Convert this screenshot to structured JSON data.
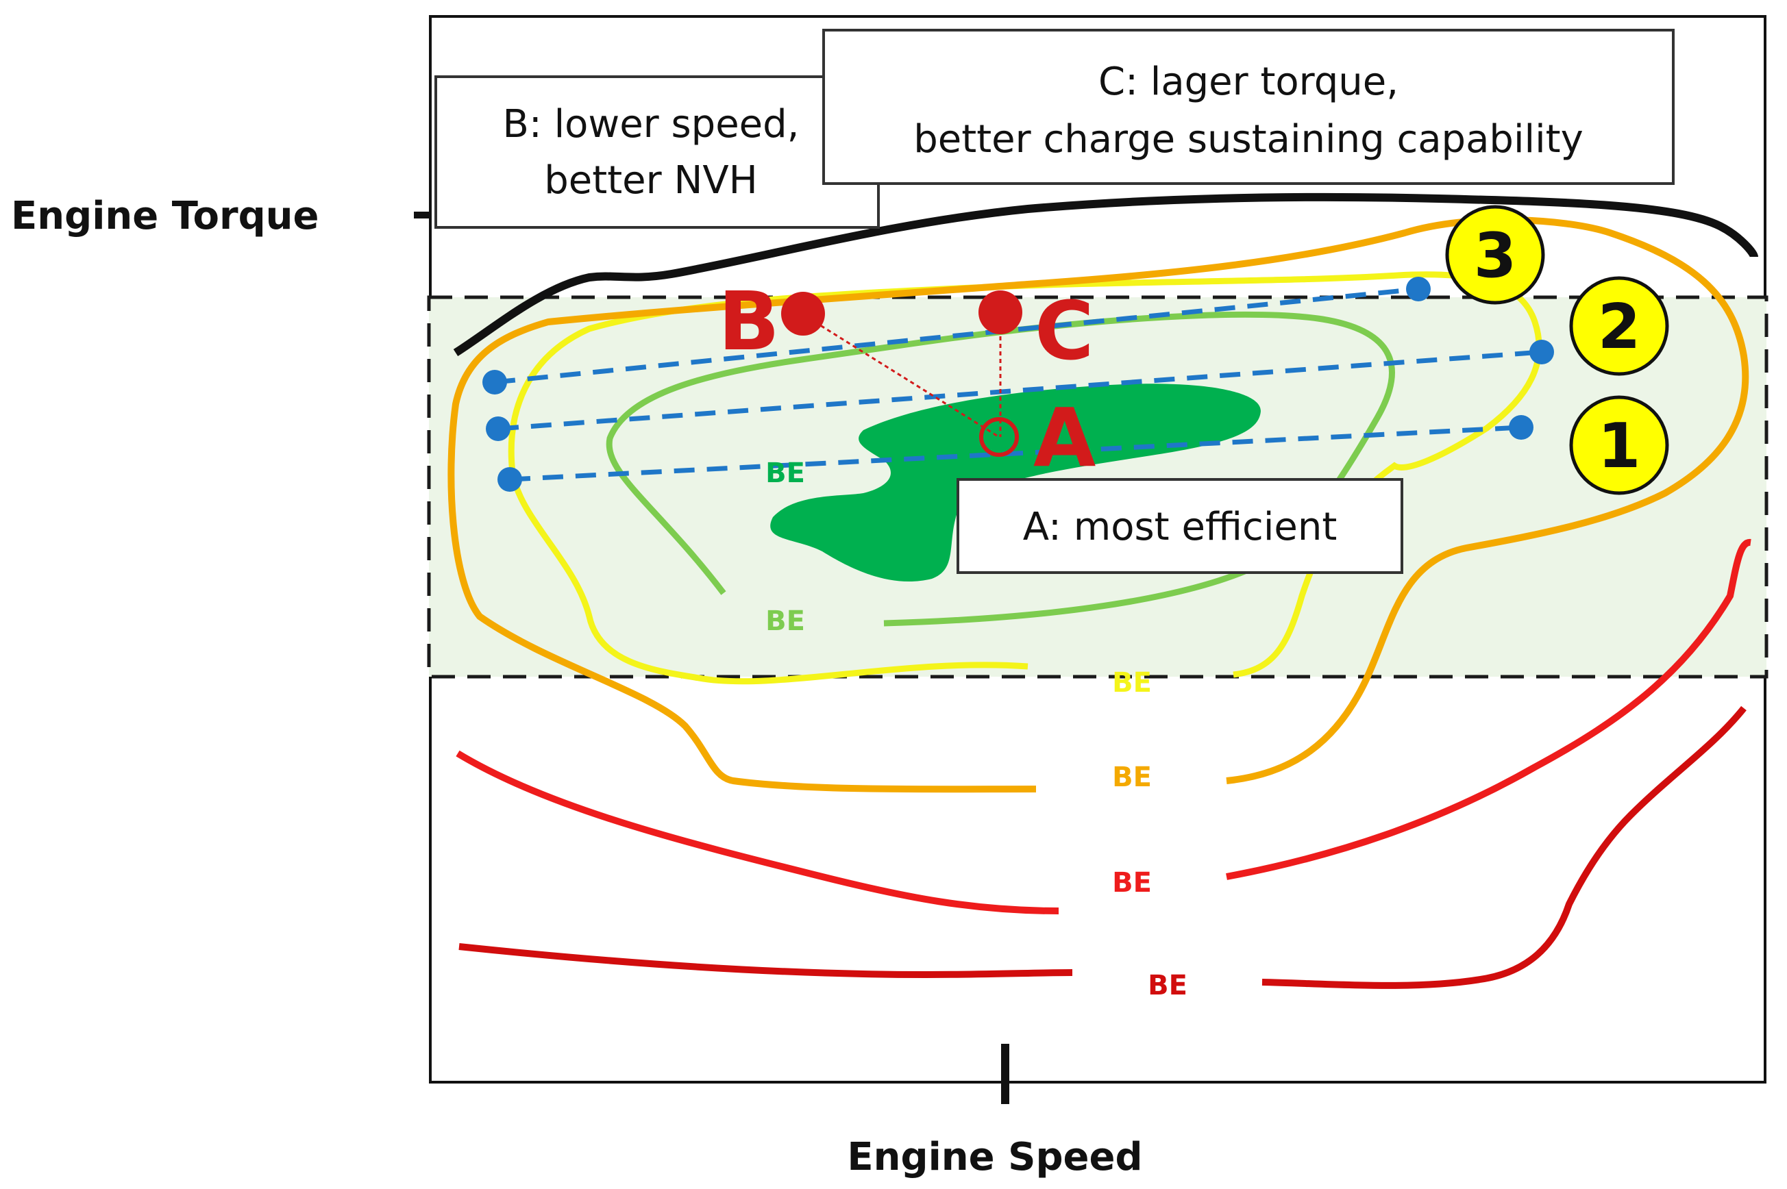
{
  "axes": {
    "y_label": "Engine Torque",
    "x_label": "Engine Speed"
  },
  "annotations": {
    "b_line1": "B: lower speed,",
    "b_line2": "better NVH",
    "c_line1": "C: lager torque,",
    "c_line2": "better charge sustaining capability",
    "a_text": "A: most efficient"
  },
  "points": {
    "a": "A",
    "b": "B",
    "c": "C"
  },
  "operating_lines": {
    "line_1": "1",
    "line_2": "2",
    "line_3": "3"
  },
  "contour_labels": {
    "be_1": "BE",
    "be_2": "BE",
    "be_3": "BE",
    "be_4": "BE",
    "be_5": "BE",
    "be_6": "BE"
  },
  "colors": {
    "max_torque": "#111111",
    "sweet_spot": "#00b04f",
    "contour_light_green": "#7dcc4f",
    "contour_yellow": "#f4f41a",
    "contour_orange": "#f4a900",
    "contour_red": "#ee1c1c",
    "contour_dark_red": "#d10d0d",
    "operating_line": "#1f77c8",
    "point_marker": "#d21b1b",
    "number_badge": "#ffff00",
    "band_fill": "#ecf5e7"
  }
}
